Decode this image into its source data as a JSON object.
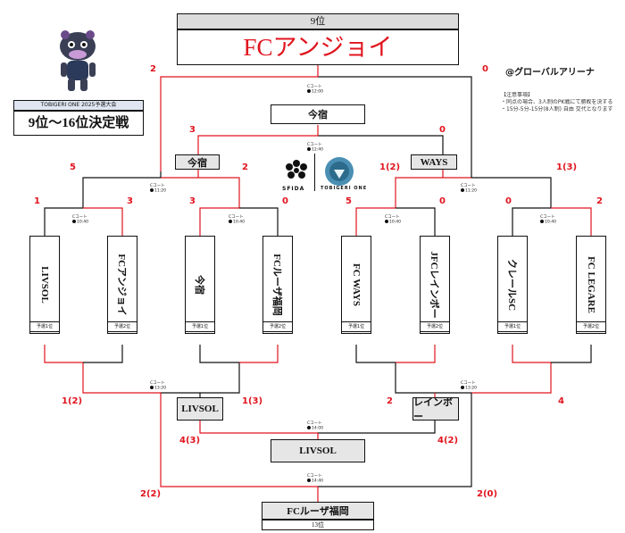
{
  "header": {
    "place_label": "9位",
    "winner_name": "FCアンジョイ"
  },
  "venue": "@グローバルアリーナ",
  "notes": {
    "title": "【注意事項】",
    "lines": [
      "・同点の場合、3人制のPK戦にて勝敗を決する",
      "・15分-5分-15分(8人制) 自由 交代となります"
    ]
  },
  "tournament": {
    "title": "TOBIGERI ONE 2025予選大会",
    "subtitle": "9位〜16位決定戦"
  },
  "logos": {
    "left": "SFIDA",
    "right": "TOBIGERI ONE"
  },
  "court_label": "Cコート",
  "teams": [
    {
      "name": "LIVSOL",
      "tag": "予選1位"
    },
    {
      "name": "FCアンジョイ",
      "tag": "予選2位"
    },
    {
      "name": "今宿",
      "tag": "予選1位"
    },
    {
      "name": "FCルーザ福岡",
      "tag": "予選2位"
    },
    {
      "name": "FC WAYS",
      "tag": "予選1位"
    },
    {
      "name": "JFCレインボー",
      "tag": "予選2位"
    },
    {
      "name": "クレールSC",
      "tag": "予選1位"
    },
    {
      "name": "FC LEGARE",
      "tag": "予選2位"
    }
  ],
  "scores": {
    "final_left": "2",
    "final_right": "0",
    "semi_left": "3",
    "semi_right": "0",
    "qfl_left": "5",
    "qfl_right": "2",
    "qfr_left": "1(2)",
    "qfr_right": "1(3)",
    "r1a_left": "1",
    "r1a_right": "3",
    "r1b_left": "3",
    "r1b_right": "0",
    "r1c_left": "5",
    "r1c_right": "0",
    "r1d_left": "0",
    "r1d_right": "2",
    "lb1_left": "1(2)",
    "lb1_right": "1(3)",
    "lb2_left": "2",
    "lb2_right": "4",
    "lb3_left": "4(3)",
    "lb3_right": "4(2)",
    "lb4_left": "2(2)",
    "lb4_right": "2(0)"
  },
  "winners": {
    "semi": "今宿",
    "qf_left": "今宿",
    "qf_right": "WAYS",
    "lb1": "LIVSOL",
    "lb2": "レインボー",
    "lb3": "LIVSOL",
    "lb4": "FCルーザ福岡",
    "lb4_tag": "13位"
  },
  "times": [
    "12:00",
    "12:40",
    "11:20",
    "11:20",
    "10:40",
    "10:40",
    "10:40",
    "10:40",
    "13:20",
    "13:20",
    "14:00",
    "14:40"
  ],
  "colors": {
    "accent": "#e0141e",
    "line": "#111111"
  }
}
